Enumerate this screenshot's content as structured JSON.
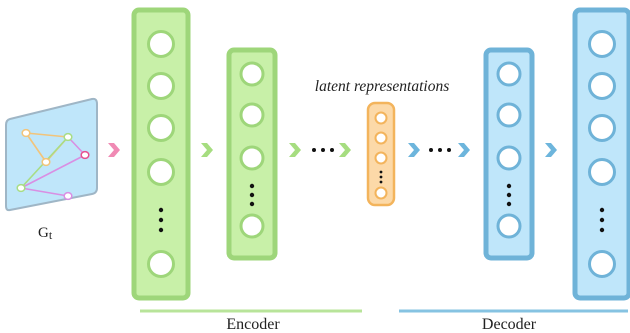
{
  "graph": {
    "label_main": "G",
    "label_sub": "t"
  },
  "encoder": {
    "label": "Encoder",
    "layer_fill": "#c8f0a8",
    "layer_stroke": "#9ed67a",
    "underline_color": "#b8e49a"
  },
  "latent": {
    "label": "latent representations",
    "fill": "#fcd9a8",
    "stroke": "#f3b45c"
  },
  "decoder": {
    "label": "Decoder",
    "layer_fill": "#bfe6fa",
    "layer_stroke": "#6fb3d8",
    "underline_color": "#86c3e2"
  },
  "arrows": {
    "input_color": "#f08ab4",
    "encoder_color": "#a6dd80",
    "decoder_color": "#6db5dc"
  }
}
